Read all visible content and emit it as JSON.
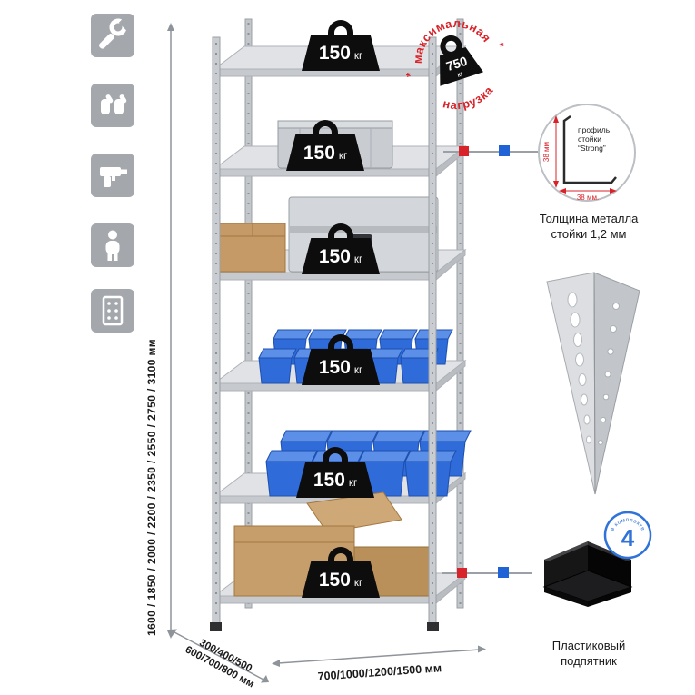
{
  "stamp": {
    "arc_top": "максимальная",
    "arc_bottom": "нагрузка",
    "value": "750",
    "unit": "кг",
    "star": "*"
  },
  "shelves": [
    {
      "value": "150",
      "unit": "кг"
    },
    {
      "value": "150",
      "unit": "кг"
    },
    {
      "value": "150",
      "unit": "кг"
    },
    {
      "value": "150",
      "unit": "кг"
    },
    {
      "value": "150",
      "unit": "кг"
    },
    {
      "value": "150",
      "unit": "кг"
    }
  ],
  "dims": {
    "height": "1600 / 1850 / 2000 / 2200 / 2350 / 2550 / 2750 / 3100 мм",
    "width": "700/1000/1200/1500 мм",
    "depth1": "300/400/500",
    "depth2": "600/700/800 мм"
  },
  "profile": {
    "t1": "профиль",
    "t2": "стойки",
    "t3": "“Strong”",
    "dim_v": "38 мм",
    "dim_h": "38 мм.",
    "caption1": "Толщина металла",
    "caption2": "стойки 1,2 мм"
  },
  "foot": {
    "num": "4",
    "arc": "в комплекте",
    "caption1": "Пластиковый",
    "caption2": "подпятник"
  },
  "icons": [
    {
      "name": "wrench-icon"
    },
    {
      "name": "gloves-icon"
    },
    {
      "name": "drill-icon"
    },
    {
      "name": "person-icon"
    },
    {
      "name": "perforated-post-icon"
    }
  ],
  "colors": {
    "red": "#d8232a",
    "blue": "#1f63d6",
    "bin_blue": "#2f6cd9",
    "metal": "#c9ccd1",
    "icon_bg": "#a4a8ad"
  }
}
